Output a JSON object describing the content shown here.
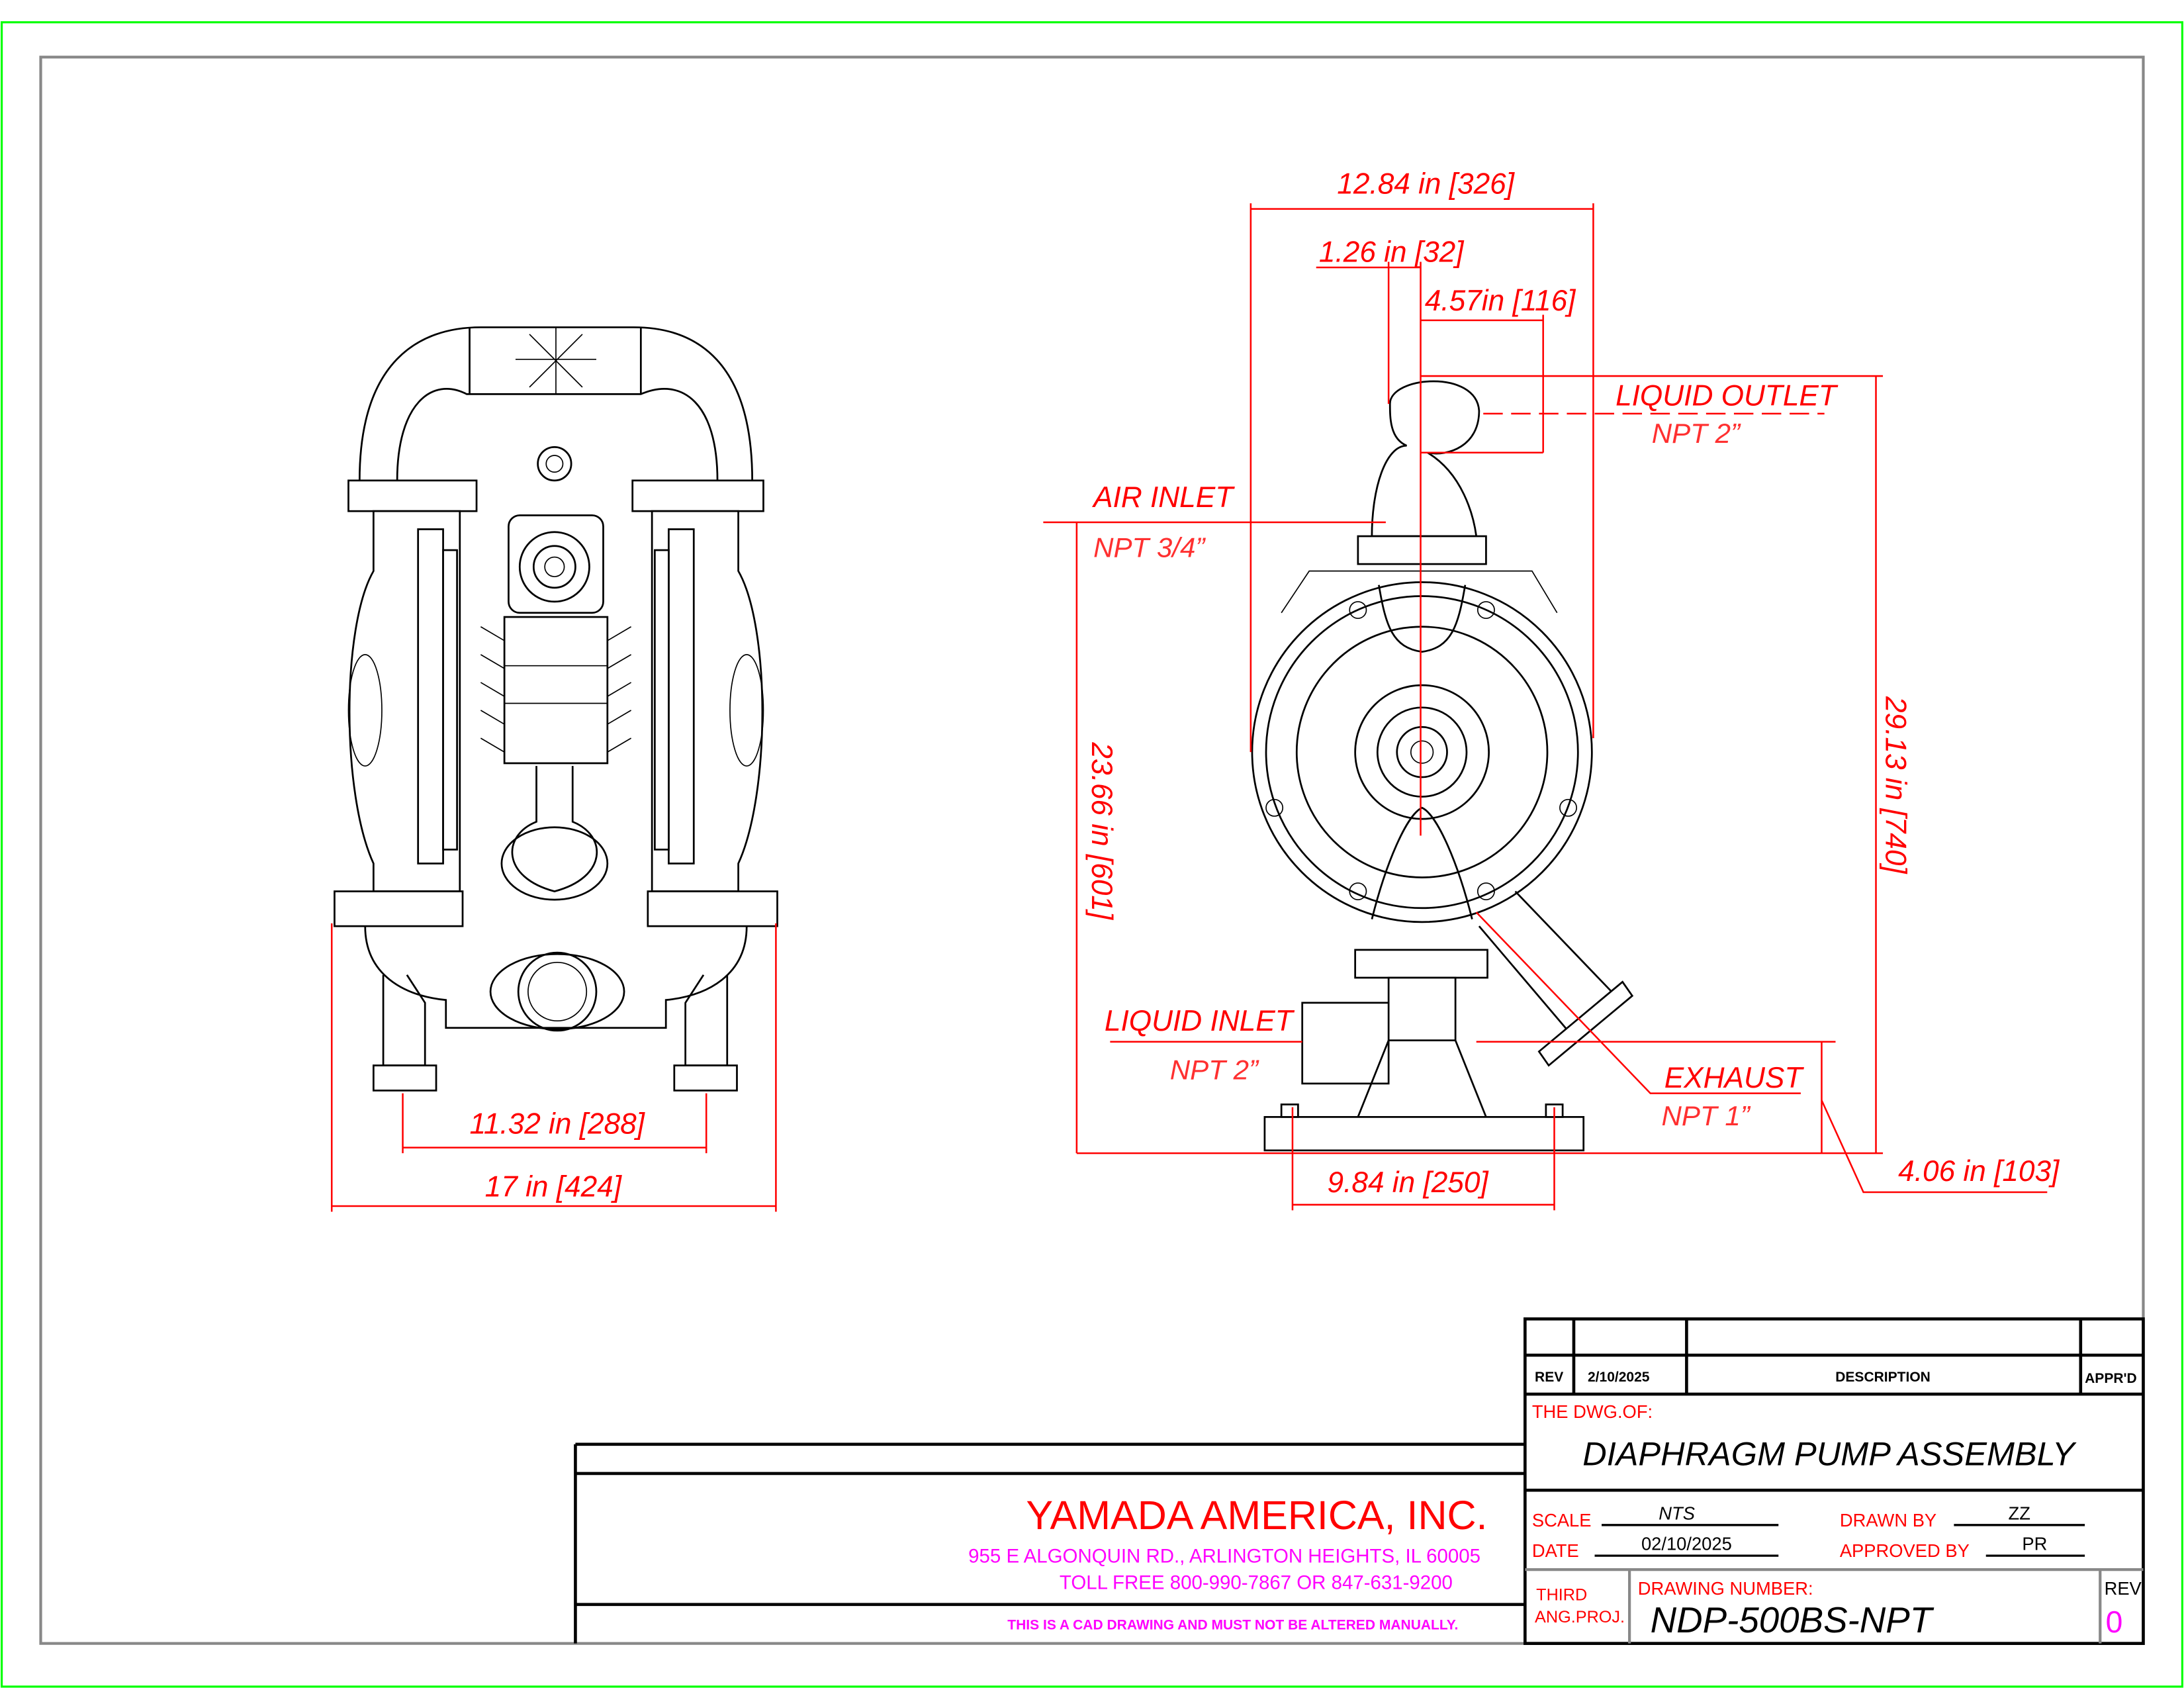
{
  "front_view": {
    "dim_inner_width": "11.32 in [288]",
    "dim_overall_width": "17 in [424]"
  },
  "side_view": {
    "dim_overall_depth": "12.84 in [326]",
    "dim_offset": "1.26 in [32]",
    "dim_outlet_offset": "4.57in [116]",
    "liquid_outlet_label": "LIQUID OUTLET",
    "liquid_outlet_size": "NPT 2”",
    "air_inlet_label": "AIR INLET",
    "air_inlet_size": "NPT 3/4”",
    "dim_air_inlet_height": "23.66 in [601]",
    "dim_overall_height": "29.13 in [740]",
    "liquid_inlet_label": "LIQUID INLET",
    "liquid_inlet_size": "NPT 2”",
    "exhaust_label": "EXHAUST",
    "exhaust_size": "NPT 1”",
    "dim_inlet_height": "4.06 in [103]",
    "dim_base_width": "9.84 in [250]"
  },
  "company_block": {
    "name": "YAMADA  AMERICA,  INC.",
    "address": "955 E ALGONQUIN RD., ARLINGTON HEIGHTS, IL 60005",
    "phone": "TOLL FREE 800-990-7867 OR 847-631-9200",
    "notice": "THIS IS A CAD DRAWING AND MUST NOT BE ALTERED MANUALLY."
  },
  "title_block": {
    "rev_header": "REV",
    "rev_date": "2/10/2025",
    "description_header": "DESCRIPTION",
    "apprd_header": "APPR'D",
    "dwg_of_label": "THE  DWG.OF:",
    "drawing_title": "DIAPHRAGM PUMP ASSEMBLY",
    "scale_label": "SCALE",
    "scale_value": "NTS",
    "date_label": "DATE",
    "date_value": "02/10/2025",
    "drawn_by_label": "DRAWN  BY",
    "drawn_by_value": "ZZ",
    "approved_by_label": "APPROVED  BY",
    "approved_by_value": "PR",
    "projection_line1": "THIRD",
    "projection_line2": "ANG.PROJ.",
    "drawing_number_label": "DRAWING  NUMBER:",
    "drawing_number": "NDP-500BS-NPT",
    "rev_label": "REV",
    "rev_value": "0"
  },
  "colors": {
    "dimension": "#ff0000",
    "company": "#ff0000",
    "address": "#ff00ff",
    "frame": "#888888",
    "outer_border": "#00ff00"
  }
}
